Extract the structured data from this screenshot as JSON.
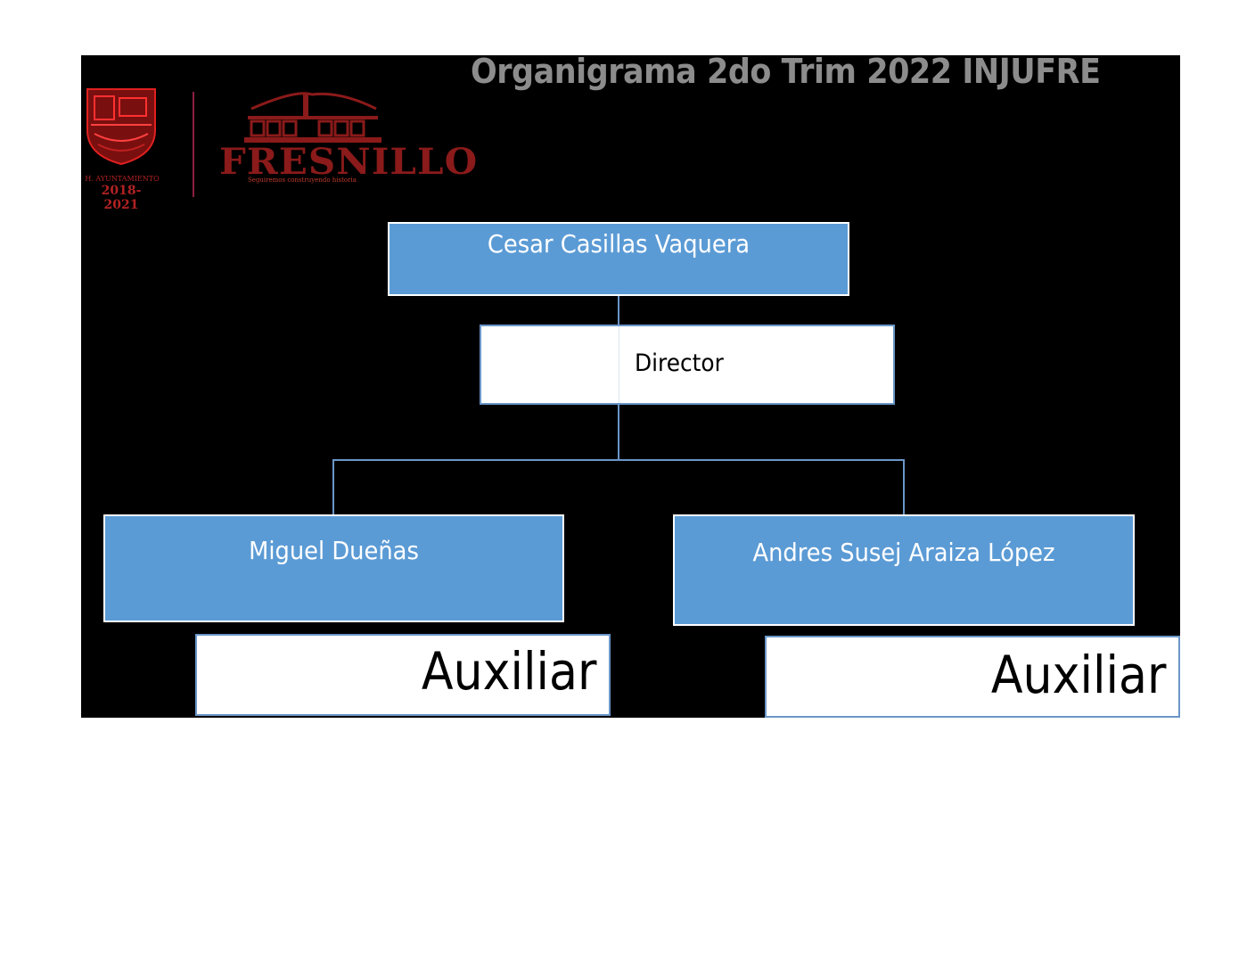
{
  "document": {
    "title": "Organigrama 2do Trim 2022 INJUFRE"
  },
  "logos": {
    "shield_caption_line1": "H. AYUNTAMIENTO",
    "shield_caption_line2": "2018-2021",
    "wordmark": "FRESNILLO",
    "tagline": "Seguiremos construyendo historia"
  },
  "colors": {
    "node_fill": "#5b9bd5",
    "node_text": "#ffffff",
    "role_border": "#6a96c8",
    "background": "#000000",
    "title": "#8c8c8c",
    "logo": "#8b1a1a"
  },
  "org_chart": {
    "root": {
      "name": "Cesar Casillas Vaquera",
      "role": "Director"
    },
    "children": [
      {
        "name": "Miguel Dueñas",
        "role": "Auxiliar"
      },
      {
        "name": "Andres Susej Araiza López",
        "role": "Auxiliar"
      }
    ]
  }
}
